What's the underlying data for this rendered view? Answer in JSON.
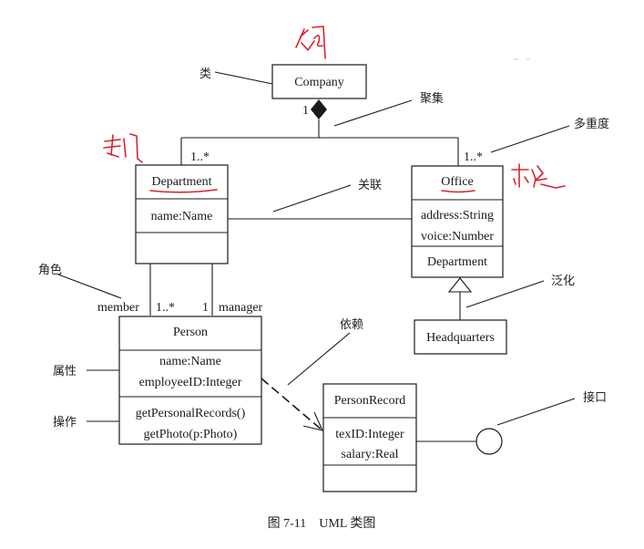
{
  "diagram": {
    "type": "UML class diagram",
    "caption": "图 7-11　UML 类图",
    "classes": {
      "company": {
        "name": "Company"
      },
      "department": {
        "name": "Department",
        "attributes": [
          "name:Name"
        ],
        "operations": []
      },
      "office": {
        "name": "Office",
        "attributes": [
          "address:String",
          "voice:Number"
        ],
        "operations": [
          "Department"
        ]
      },
      "headquarters": {
        "name": "Headquarters"
      },
      "person": {
        "name": "Person",
        "attributes": [
          "name:Name",
          "employeeID:Integer"
        ],
        "operations": [
          "getPersonalRecords()",
          "getPhoto(p:Photo)"
        ]
      },
      "person_record": {
        "name": "PersonRecord",
        "attributes": [
          "texID:Integer",
          "salary:Real"
        ],
        "operations": []
      }
    },
    "multiplicities": {
      "company_end": "1",
      "department_end": "1..*",
      "office_end": "1..*",
      "member_mult": "1..*",
      "manager_mult": "1"
    },
    "roles": {
      "member": "member",
      "manager": "manager"
    },
    "annotations": {
      "class": "类",
      "aggregation": "聚集",
      "multiplicity": "多重度",
      "association": "关联",
      "role": "角色",
      "generalization": "泛化",
      "dependency": "依赖",
      "attribute": "属性",
      "operation": "操作",
      "interface": "接口"
    },
    "handwritten_notes": {
      "company": "公司",
      "department": "部门",
      "office": "办公室"
    },
    "relationships": [
      {
        "type": "composition",
        "from": "Company",
        "to": [
          "Department",
          "Office"
        ]
      },
      {
        "type": "association",
        "from": "Department",
        "to": "Office"
      },
      {
        "type": "association",
        "from": "Department",
        "to": "Person",
        "roles": [
          "member",
          "manager"
        ]
      },
      {
        "type": "generalization",
        "from": "Headquarters",
        "to": "Office"
      },
      {
        "type": "dependency",
        "from": "Person",
        "to": "PersonRecord"
      },
      {
        "type": "interface",
        "from": "PersonRecord"
      }
    ],
    "colors": {
      "ink": "#1a1a1a",
      "handwriting": "#d9232d"
    }
  }
}
